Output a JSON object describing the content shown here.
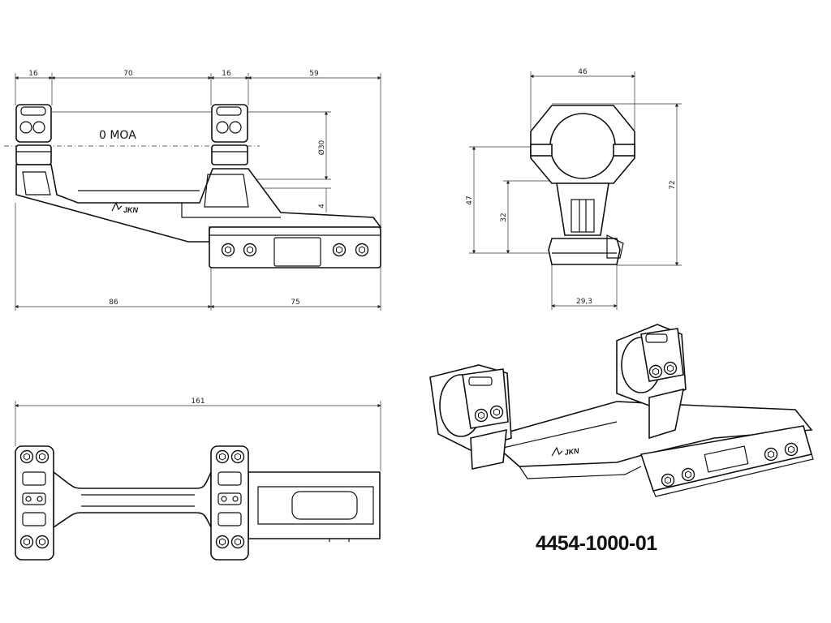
{
  "side_view": {
    "dim_top": [
      "16",
      "70",
      "16",
      "59"
    ],
    "dim_bottom": [
      "86",
      "75"
    ],
    "dim_right": [
      "Ø30",
      "4"
    ],
    "moa_label": "0 MOA",
    "brand": "JKN"
  },
  "front_view": {
    "dim_width": "46",
    "dim_height_total": "72",
    "dim_center_height": "47",
    "dim_rail_height": "32",
    "dim_base_width": "29,3"
  },
  "top_view": {
    "dim_length": "161"
  },
  "isometric_view": {
    "brand": "JKN"
  },
  "part_number": "4454-1000-01"
}
